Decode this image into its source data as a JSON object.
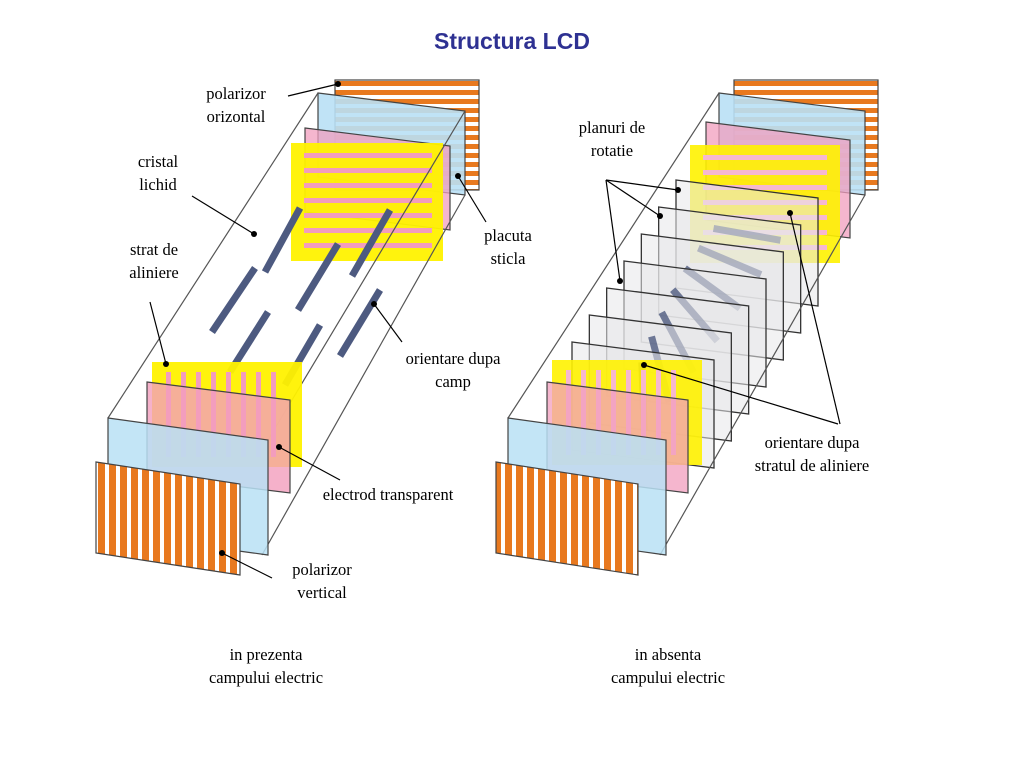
{
  "title": "Structura LCD",
  "colors": {
    "polarizer": "#e8791f",
    "glass": "#b9e0f5",
    "electrode": "#f29dbd",
    "alignment": "#fff200",
    "crystal": "#4d5a80",
    "outline": "#555555"
  },
  "labels": {
    "polarizor_orizontal": [
      "polarizor",
      "orizontal"
    ],
    "cristal_lichid": [
      "cristal",
      "lichid"
    ],
    "strat_aliniere": [
      "strat de",
      "aliniere"
    ],
    "placuta_sticla": [
      "placuta",
      "sticla"
    ],
    "orientare_camp": [
      "orientare dupa",
      "camp"
    ],
    "electrod_transparent": [
      "electrod transparent"
    ],
    "polarizor_vertical": [
      "polarizor",
      "vertical"
    ],
    "planuri_rotatie": [
      "planuri de",
      "rotatie"
    ],
    "orientare_aliniere": [
      "orientare dupa",
      "stratul de aliniere"
    ]
  },
  "captions": {
    "left": [
      "in prezenta",
      "campului electric"
    ],
    "right": [
      "in absenta",
      "campului electric"
    ]
  },
  "rotation_plane_count": 7
}
